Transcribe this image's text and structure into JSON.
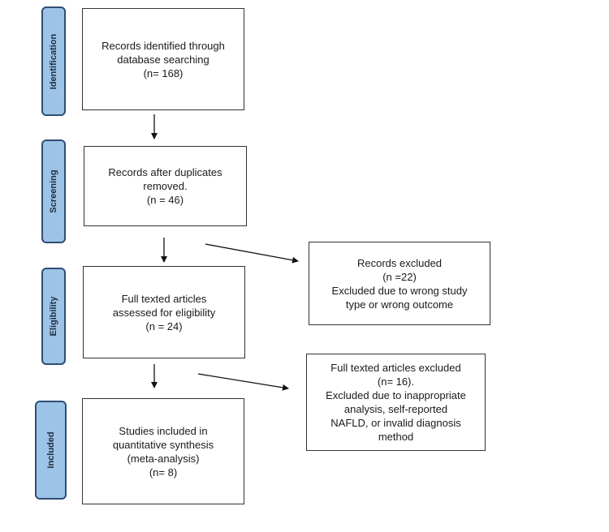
{
  "phases": {
    "identification": "Identification",
    "screening": "Screening",
    "eligibility": "Eligibility",
    "included": "Included"
  },
  "boxes": {
    "identified": [
      "Records identified through",
      "database searching",
      "(n= 168)"
    ],
    "after_duplicates": [
      "Records after duplicates",
      "removed.",
      "(n = 46)"
    ],
    "records_excluded": [
      "Records excluded",
      "(n =22)",
      "Excluded due to wrong study",
      "type or wrong outcome"
    ],
    "full_text_assessed": [
      "Full texted articles",
      "assessed for eligibility",
      "(n = 24)"
    ],
    "full_text_excluded": [
      "Full texted articles excluded",
      "(n= 16).",
      "Excluded due to inappropriate",
      "analysis, self-reported",
      "NAFLD, or invalid diagnosis",
      "method"
    ],
    "included_studies": [
      "Studies included in",
      "quantitative synthesis",
      "(meta-analysis)",
      "(n= 8)"
    ]
  }
}
